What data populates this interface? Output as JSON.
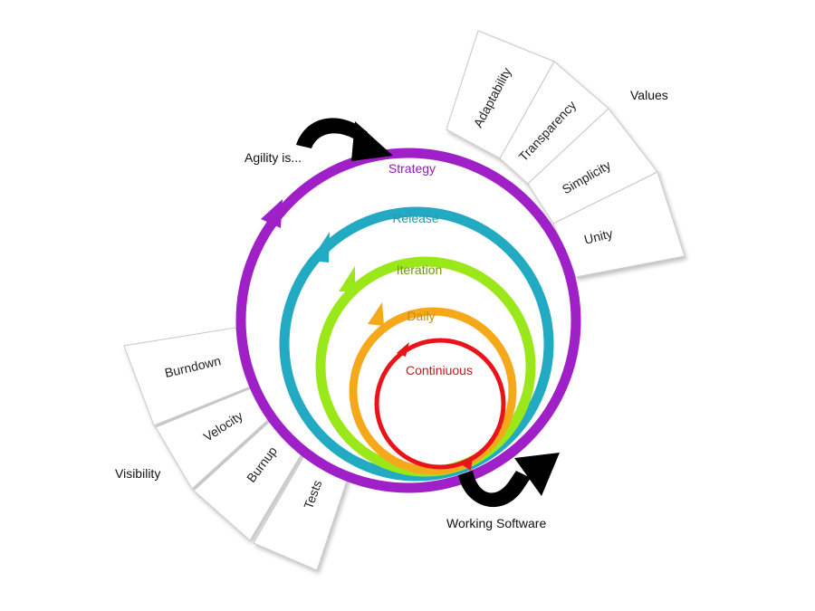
{
  "title": "Agility is...",
  "outcome_label": "Working Software",
  "rings": [
    {
      "label": "Strategy",
      "color": "#a020c8",
      "label_color": "#8a1fb0"
    },
    {
      "label": "Release",
      "color": "#22aac2",
      "label_color": "#1f9ab0"
    },
    {
      "label": "Iteration",
      "color": "#9be81a",
      "label_color": "#6b9a10"
    },
    {
      "label": "Daily",
      "color": "#f5a81a",
      "label_color": "#c98a10"
    },
    {
      "label": "Continiuous",
      "color": "#e8141a",
      "label_color": "#d0151a"
    }
  ],
  "values": {
    "heading": "Values",
    "items": [
      "Adaptability",
      "Transparency",
      "Simplicity",
      "Unity"
    ]
  },
  "visibility": {
    "heading": "Visibility",
    "items": [
      "Burndown",
      "Velocity",
      "Burnup",
      "Tests"
    ]
  },
  "arrow_color": "#000000"
}
